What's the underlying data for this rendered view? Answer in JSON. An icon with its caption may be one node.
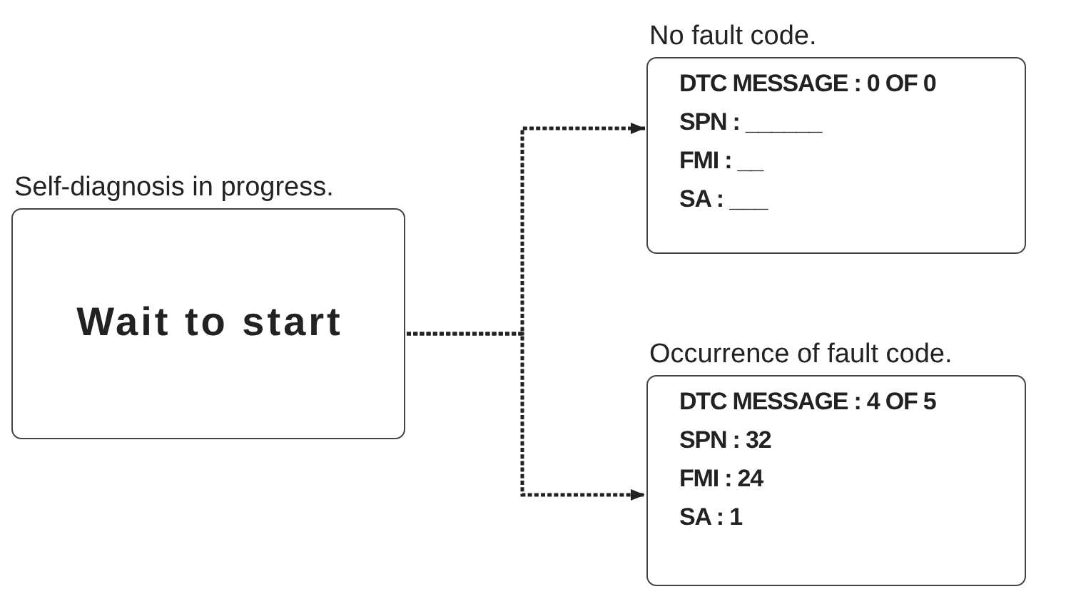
{
  "diagram": {
    "nodes": [
      {
        "text": [
          "Self-diagnosis in progress.",
          "Wait to start"
        ]
      },
      {
        "text": [
          "No fault code.",
          "DTC MESSAGE : 0 OF 0",
          "SPN : ______",
          "FMI : __",
          "SA : ___"
        ]
      },
      {
        "text": [
          "Occurrence of fault code.",
          "DTC MESSAGE : 4 OF 5",
          "SPN : 32",
          "FMI : 24",
          "SA : 1"
        ]
      }
    ],
    "edges": [
      {
        "from": 0,
        "to": 1,
        "arrow": "to",
        "style": "dashed"
      },
      {
        "from": 0,
        "to": 2,
        "arrow": "to",
        "style": "dashed"
      }
    ]
  }
}
